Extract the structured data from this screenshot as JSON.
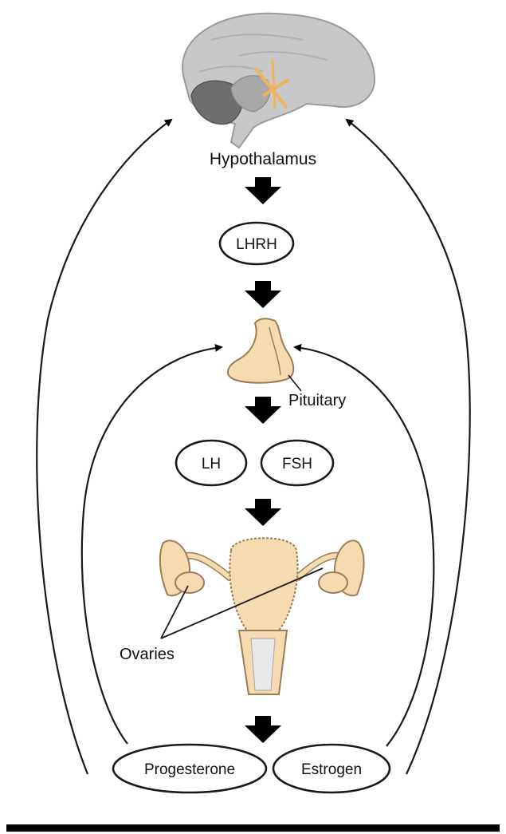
{
  "labels": {
    "hypothalamus": "Hypothalamus",
    "lhrh": "LHRH",
    "pituitary": "Pituitary",
    "lh": "LH",
    "fsh": "FSH",
    "ovaries": "Ovaries",
    "progesterone": "Progesterone",
    "estrogen": "Estrogen"
  },
  "colors": {
    "brain": "#c8c8c8",
    "brain_dark": "#6e6e6e",
    "hypothalamus_marker": "#f0b35a",
    "gland": "#f5dcb0",
    "gland_outline": "#9c7d55",
    "arrow": "#000000"
  }
}
